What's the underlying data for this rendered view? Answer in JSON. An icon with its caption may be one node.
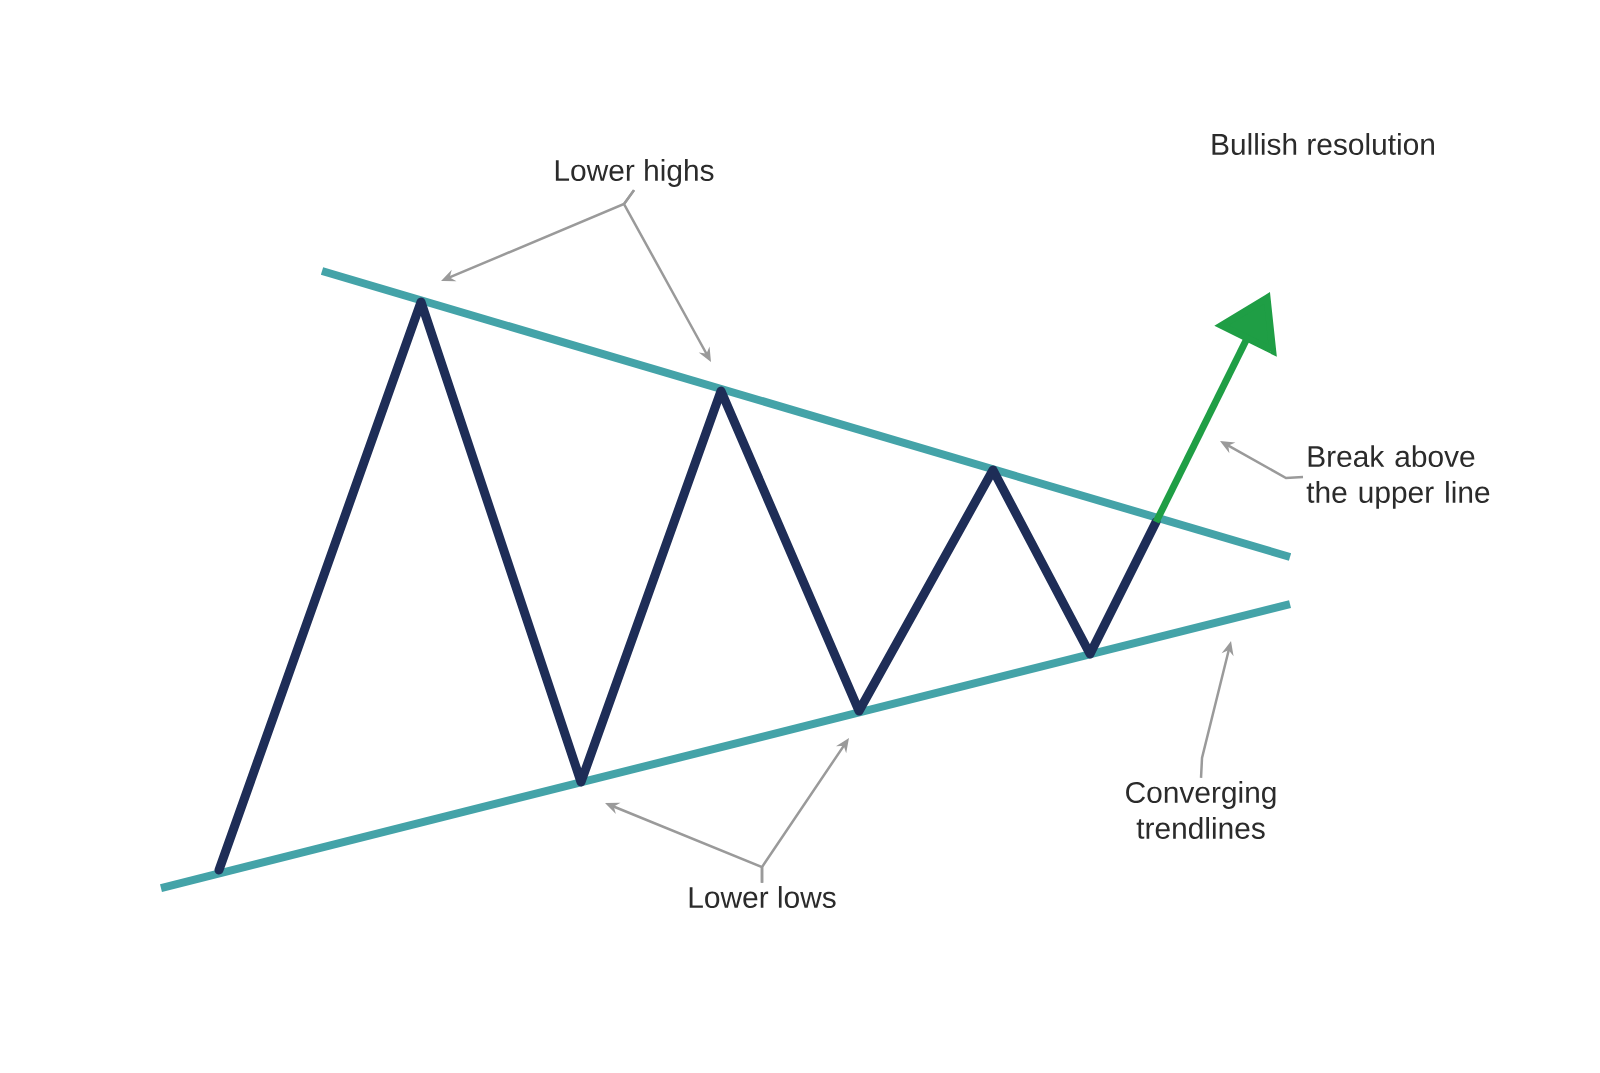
{
  "diagram": {
    "nodes": [
      {
        "text": [
          "Lower highs"
        ]
      },
      {
        "text": [
          "Lower lows"
        ]
      },
      {
        "text": [
          "Break above the upper line"
        ]
      },
      {
        "text": [
          "Converging trendlines"
        ]
      }
    ],
    "edges": [
      {
        "from": 0,
        "to": null,
        "arrow": "to"
      },
      {
        "from": 0,
        "to": null,
        "arrow": "to"
      },
      {
        "from": 1,
        "to": null,
        "arrow": "to"
      },
      {
        "from": 1,
        "to": null,
        "arrow": "to"
      },
      {
        "from": 2,
        "to": null,
        "arrow": "to"
      },
      {
        "from": 3,
        "to": null,
        "arrow": "to"
      }
    ],
    "labels": [
      "Bullish resolution"
    ]
  }
}
